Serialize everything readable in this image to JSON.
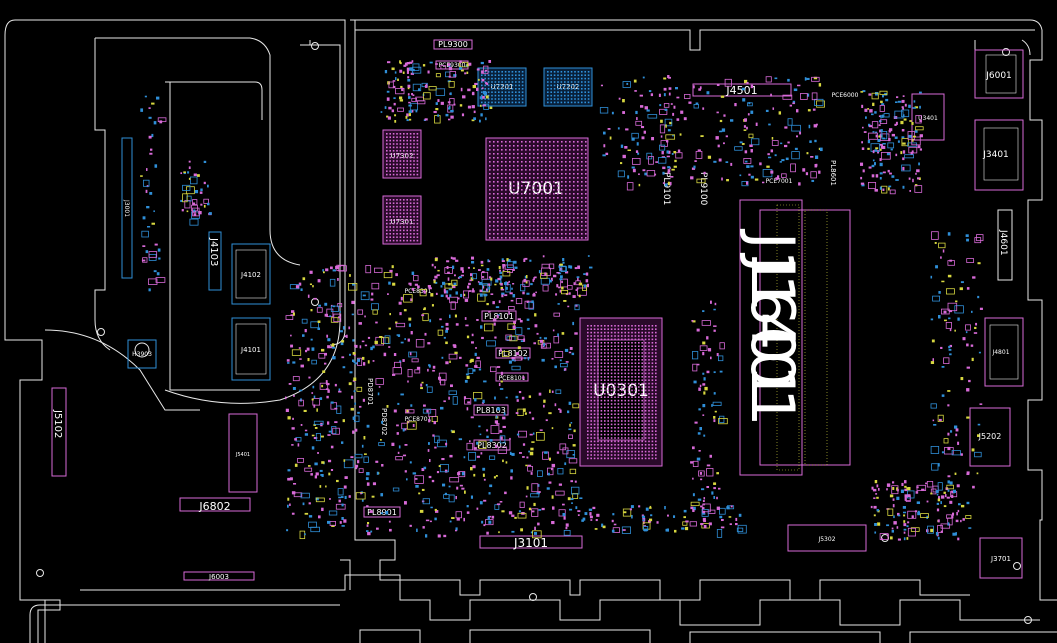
{
  "colors": {
    "background": "#000000",
    "outline": "#e8e8e8",
    "pad_pink": "#d86ad8",
    "pad_blue": "#2f8fd8",
    "pad_yellow": "#d8d840",
    "label_white": "#ffffff"
  },
  "large_labels": [
    "J1601",
    "J1401"
  ],
  "chip_labels": {
    "u7001": "U7001",
    "u0301": "U0301",
    "u7201": "U7201",
    "u7202": "U7202",
    "u7302": "U7302",
    "u7301": "U7301",
    "u3401": "U3401"
  },
  "connector_labels": {
    "j4501": "J4501",
    "j6001": "J6001",
    "j3401": "J3401",
    "j4601": "J4601",
    "j4801": "J4801",
    "j5202": "J5202",
    "j3701": "J3701",
    "j5302": "J5302",
    "j3101": "J3101",
    "j6802": "J6802",
    "j6003": "J6003",
    "j5401": "J5401",
    "j5102": "J5102",
    "j4103": "J4103",
    "j4102": "J4102",
    "j4101": "J4101",
    "j3001": "J3001",
    "h3903": "H3903"
  },
  "component_labels": {
    "pl9300": "PL9300",
    "pce9300": "PCE9300",
    "pce6000": "PCE6000",
    "pce7001": "PCE7001",
    "pl8601": "PL8601",
    "pl9101": "PL9101",
    "pl9100": "PL9100",
    "pl8101": "PL8101",
    "pl8102": "PL8102",
    "pce8101": "PCE8101",
    "pl8103": "PL8103",
    "pl8302": "PL8302",
    "pl8901": "PL8901",
    "pd8701": "PD8701",
    "pd8702": "PD8702",
    "pce8301": "PCE8301",
    "pce8701": "PCE8701"
  }
}
